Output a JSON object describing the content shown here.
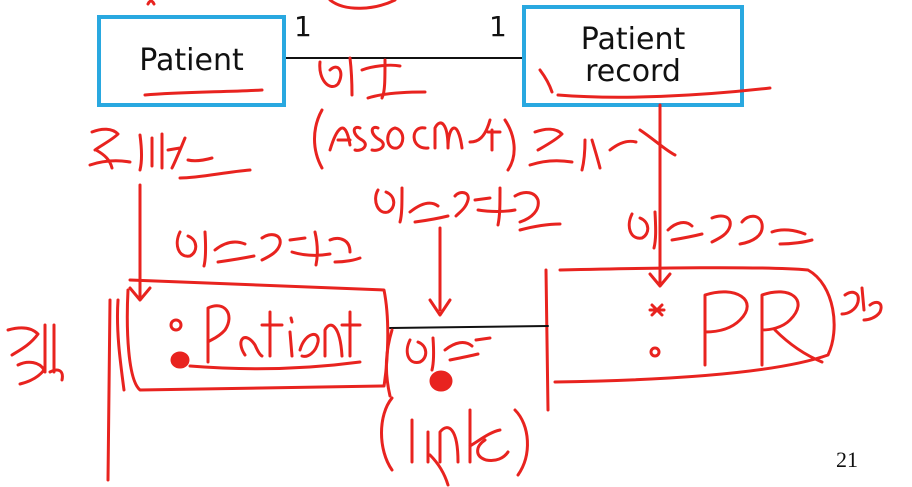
{
  "diagram": {
    "entities": [
      {
        "name": "Patient"
      },
      {
        "name": "Patient record",
        "name_lines": [
          "Patient",
          "record"
        ]
      }
    ],
    "association": {
      "left_multiplicity": "1",
      "right_multiplicity": "1"
    }
  },
  "page_number": "21",
  "colors": {
    "box_border": "#29a8e0",
    "ink": "#e8231f"
  }
}
